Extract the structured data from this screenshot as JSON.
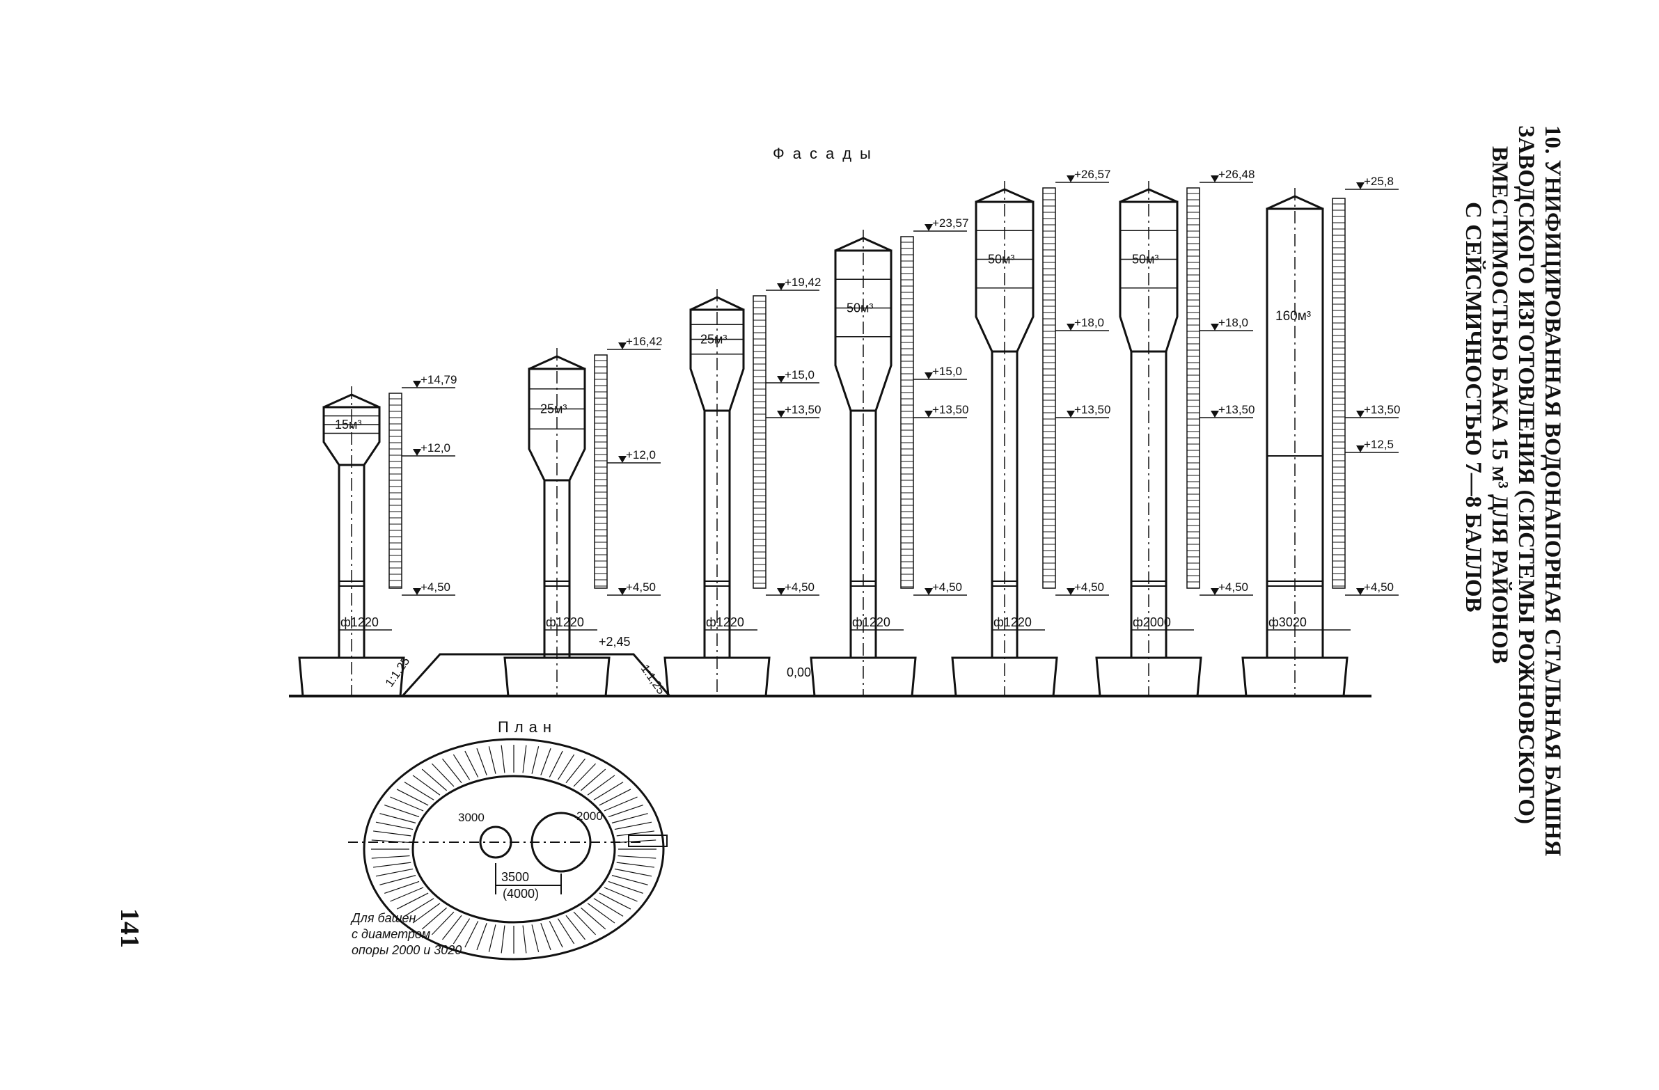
{
  "heading": {
    "lines": [
      "10. УНИФИЦИРОВАННАЯ ВОДОНАПОРНАЯ СТАЛЬНАЯ БАШНЯ",
      "ЗАВОДСКОГО ИЗГОТОВЛЕНИЯ (СИСТЕМЫ РОЖНОВСКОГО)",
      "ВМЕСТИМОСТЬЮ БАКА 15 м³ ДЛЯ РАЙОНОВ",
      "С СЕЙСМИЧНОСТЬЮ 7—8 БАЛЛОВ"
    ]
  },
  "page_number": "141",
  "facades_title": "Фасады",
  "plan_title": "План",
  "ground_level": "0,00",
  "slope_left": "1:1,25",
  "slope_right": "1:1,25",
  "embankment_level": "+2,45",
  "towers": [
    {
      "tank": "15м³",
      "dia": "ф1220",
      "top": "+14,79",
      "mid": "+12,0",
      "low": "+4,50"
    },
    {
      "tank": "25м³",
      "dia": "ф1220",
      "top": "+16,42",
      "mid": "+12,0",
      "low": "+4,50"
    },
    {
      "tank": "25м³",
      "dia": "ф1220",
      "top": "+19,42",
      "mid": "+15,0",
      "mid2": "+13,50",
      "low": "+4,50"
    },
    {
      "tank": "50м³",
      "dia": "ф1220",
      "top": "+23,57",
      "mid": "+15,0",
      "mid2": "+13,50",
      "low": "+4,50"
    },
    {
      "tank": "50м³",
      "dia": "ф1220",
      "top": "+26,57",
      "mid": "+18,0",
      "mid2": "+13,50",
      "low": "+4,50"
    },
    {
      "tank": "50м³",
      "dia": "ф2000",
      "top": "+26,48",
      "mid": "+18,0",
      "mid2": "+13,50",
      "low": "+4,50"
    },
    {
      "tank": "160м³",
      "dia": "ф3020",
      "top": "+25,8",
      "mid": "+12,5",
      "mid2": "+13,50",
      "low": "+4,50"
    }
  ],
  "plan": {
    "dim_small": "3000",
    "dim_large": "2000",
    "dim_spacing": "3500",
    "dim_spacing_alt": "(4000)",
    "note": [
      "Для башен",
      "с диаметром",
      "опоры 2000 и 3020"
    ]
  }
}
